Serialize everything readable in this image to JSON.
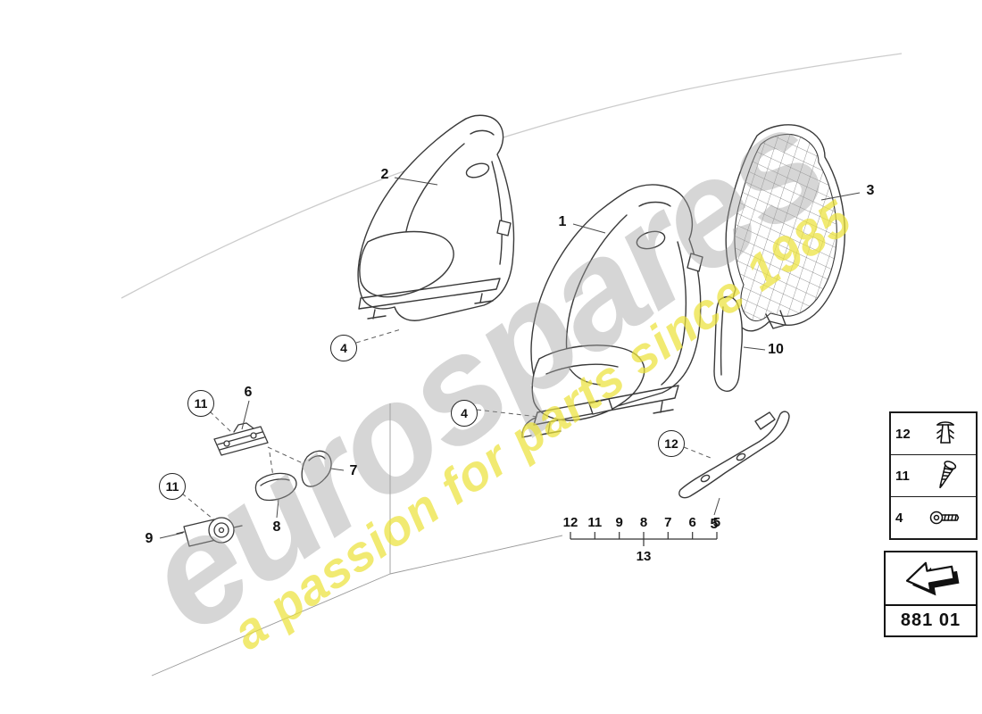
{
  "watermark": {
    "brand": "eurospares",
    "tagline": "a passion for parts since 1985"
  },
  "part_code": "881 01",
  "callouts": {
    "plain": [
      "2",
      "1",
      "3",
      "10",
      "6",
      "7",
      "8",
      "9",
      "5"
    ],
    "circled": [
      "4",
      "4",
      "11",
      "11",
      "12"
    ]
  },
  "bottom_row": [
    "12",
    "11",
    "9",
    "8",
    "7",
    "6",
    "5"
  ],
  "bottom_row_label": "13",
  "legend": [
    {
      "number": "12",
      "icon": "expanding-rivet-icon"
    },
    {
      "number": "11",
      "icon": "self-tapping-screw-icon"
    },
    {
      "number": "4",
      "icon": "bolt-icon"
    }
  ],
  "colors": {
    "line_art": "#3a3a3a",
    "watermark_gray": "#9f9f9f",
    "watermark_yellow": "#ece33c"
  }
}
